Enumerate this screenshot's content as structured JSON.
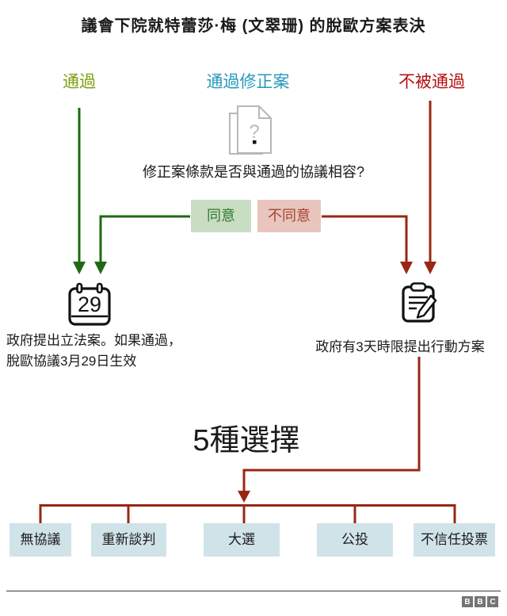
{
  "title": "議會下院就特蕾莎·梅 (文翠珊) 的脫歐方案表決",
  "branches": {
    "pass": "通過",
    "amend": "通過修正案",
    "reject": "不被通過"
  },
  "question": "修正案條款是否與通過的協議相容?",
  "decision": {
    "agree": "同意",
    "disagree": "不同意"
  },
  "outcomes": {
    "left": {
      "icon": "calendar-icon",
      "calendar_day": "29",
      "line1": "政府提出立法案。如果通過，",
      "line2": "脫歐協議3月29日生效"
    },
    "right": {
      "icon": "clipboard-pencil-icon",
      "text": "政府有3天時限提出行動方案"
    }
  },
  "choices_heading": "5種選擇",
  "choices": [
    {
      "label": "無協議"
    },
    {
      "label": "重新談判"
    },
    {
      "label": "大選"
    },
    {
      "label": "公投"
    },
    {
      "label": "不信任投票"
    }
  ],
  "footer": {
    "logo_letters": [
      "B",
      "B",
      "C"
    ]
  },
  "colors": {
    "green-label": "#7d9e0e",
    "teal-label": "#2598ba",
    "red-label": "#b30f15",
    "green-line": "#1e6a12",
    "red-line": "#992713",
    "agree-bg": "#c9ddc3",
    "agree-text": "#2f7a31",
    "disagree-bg": "#e8c5bd",
    "disagree-text": "#a5452f",
    "choice-bg": "#d0e3e9",
    "icon-gray": "#b8b8b8",
    "text": "#1a1a1a",
    "logo-gray": "#757575"
  }
}
